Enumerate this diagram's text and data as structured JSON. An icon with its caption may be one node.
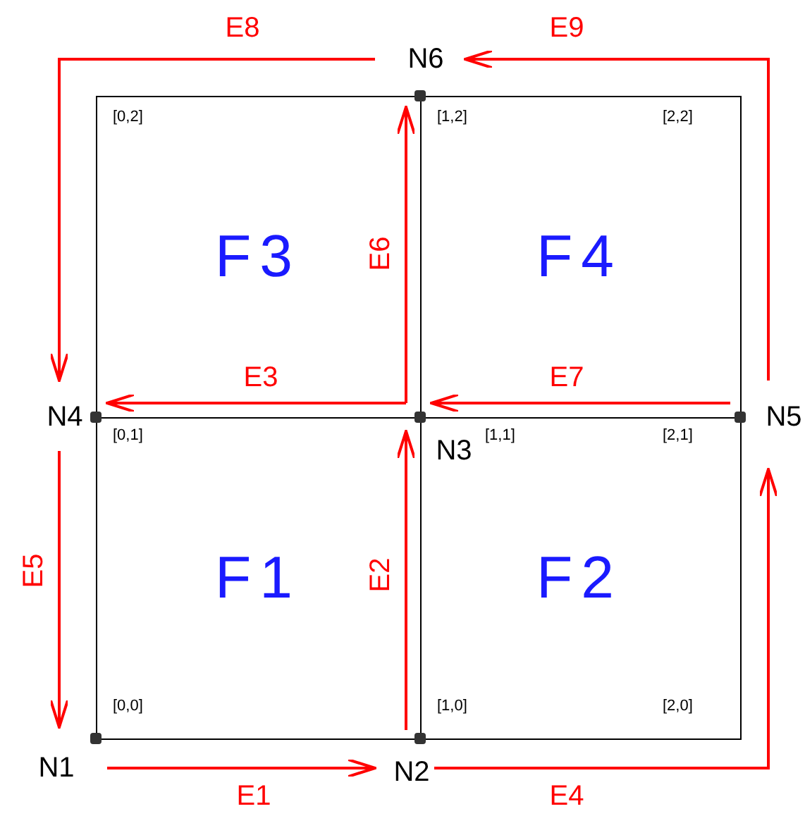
{
  "diagram": {
    "nodes": [
      {
        "text": [
          "N1"
        ]
      },
      {
        "text": [
          "N2"
        ]
      },
      {
        "text": [
          "N3"
        ]
      },
      {
        "text": [
          "N4"
        ]
      },
      {
        "text": [
          "N5"
        ]
      },
      {
        "text": [
          "N6"
        ]
      }
    ],
    "edges": [
      {
        "from": 0,
        "to": 1,
        "arrow": "to",
        "label": "E1"
      },
      {
        "from": 1,
        "to": 2,
        "arrow": "to",
        "label": "E2"
      },
      {
        "from": 2,
        "to": 3,
        "arrow": "to",
        "label": "E3"
      },
      {
        "from": 1,
        "to": 4,
        "arrow": "to",
        "label": "E4"
      },
      {
        "from": 3,
        "to": 0,
        "arrow": "to",
        "label": "E5"
      },
      {
        "from": 2,
        "to": 5,
        "arrow": "to",
        "label": "E6"
      },
      {
        "from": 4,
        "to": 2,
        "arrow": "to",
        "label": "E7"
      },
      {
        "from": 5,
        "to": 3,
        "arrow": "to",
        "label": "E8"
      },
      {
        "from": 4,
        "to": 5,
        "arrow": "to",
        "label": "E9"
      }
    ],
    "labels": [
      "[0,2]",
      "[1,2]",
      "[2,2]",
      "F3",
      "F4",
      "[0,1]",
      "[1,1]",
      "[2,1]",
      "F1",
      "F2",
      "[0,0]",
      "[1,0]",
      "[2,0]"
    ]
  }
}
